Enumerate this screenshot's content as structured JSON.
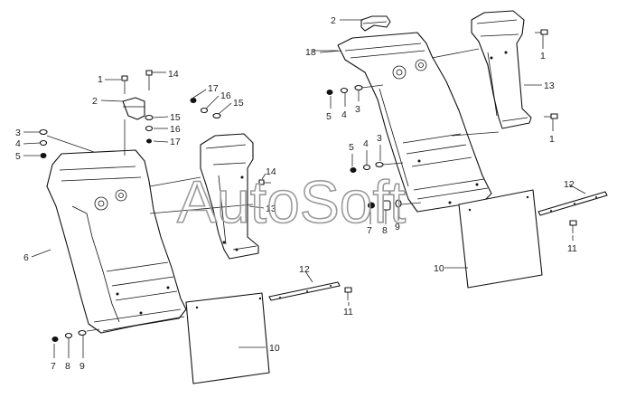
{
  "watermark": "AutoSoft",
  "colors": {
    "line": "#111111",
    "background": "#ffffff",
    "watermark": "#9a9a9a"
  },
  "labels": {
    "left": {
      "l1": "1",
      "l2": "2",
      "l3": "3",
      "l4": "4",
      "l5": "5",
      "l6": "6",
      "l7": "7",
      "l8": "8",
      "l9": "9",
      "l10": "10",
      "l11": "11",
      "l12": "12",
      "l13": "13",
      "l14a": "14",
      "l14b": "14",
      "l15a": "15",
      "l15b": "15",
      "l16a": "16",
      "l16b": "16",
      "l17a": "17",
      "l17b": "17"
    },
    "right": {
      "l1a": "1",
      "l1b": "1",
      "l2": "2",
      "l3a": "3",
      "l3b": "3",
      "l4a": "4",
      "l4b": "4",
      "l5a": "5",
      "l5b": "5",
      "l7": "7",
      "l8": "8",
      "l9": "9",
      "l10": "10",
      "l11": "11",
      "l12": "12",
      "l13": "13",
      "l18": "18"
    }
  }
}
